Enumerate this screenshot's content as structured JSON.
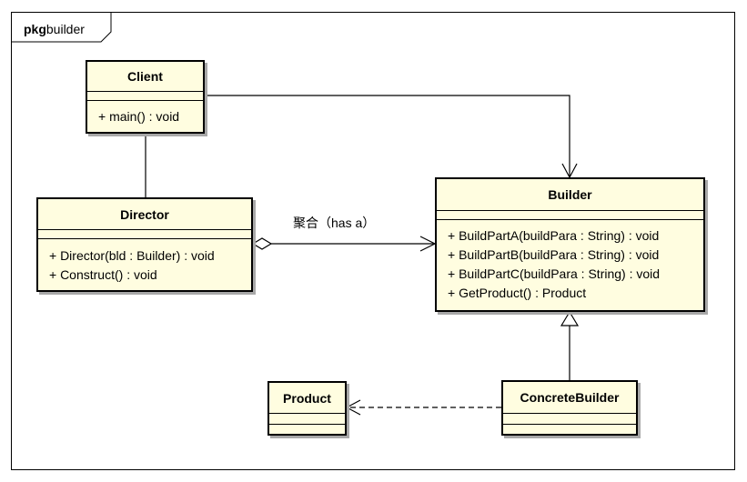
{
  "package": {
    "keyword": "pkg",
    "name": "builder"
  },
  "classes": {
    "client": {
      "name": "Client",
      "operations": [
        "+ main() : void"
      ]
    },
    "director": {
      "name": "Director",
      "operations": [
        "+ Director(bld : Builder) : void",
        "+ Construct() : void"
      ]
    },
    "builder": {
      "name": "Builder",
      "operations": [
        "+ BuildPartA(buildPara : String) : void",
        "+ BuildPartB(buildPara : String) : void",
        "+ BuildPartC(buildPara : String) : void",
        "+ GetProduct() : Product"
      ]
    },
    "product": {
      "name": "Product"
    },
    "concrete_builder": {
      "name": "ConcreteBuilder"
    }
  },
  "relations": {
    "aggregation_label": "聚合（has a）"
  },
  "colors": {
    "class_fill": "#fffde0",
    "shadow": "#a8a8a8",
    "line": "#000000"
  }
}
